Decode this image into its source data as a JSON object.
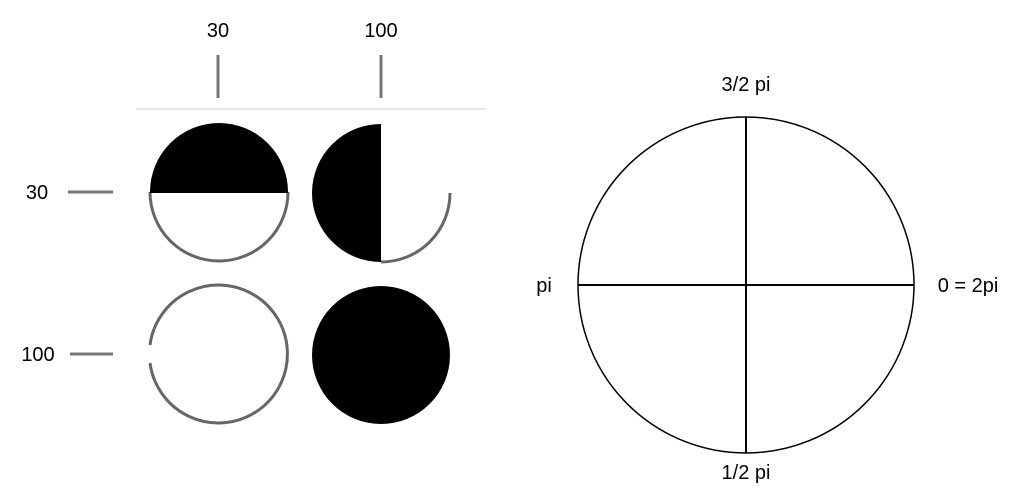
{
  "left_panel": {
    "column_labels": [
      "30",
      "100"
    ],
    "row_labels": [
      "30",
      "100"
    ]
  },
  "right_panel": {
    "angle_labels": {
      "top": "3/2 pi",
      "left": "pi",
      "right": "0 = 2pi",
      "bottom": "1/2 pi"
    }
  },
  "colors": {
    "fill": "#000000",
    "tick": "#777777",
    "outline": "#666666",
    "rule": "#e6e6e6"
  }
}
